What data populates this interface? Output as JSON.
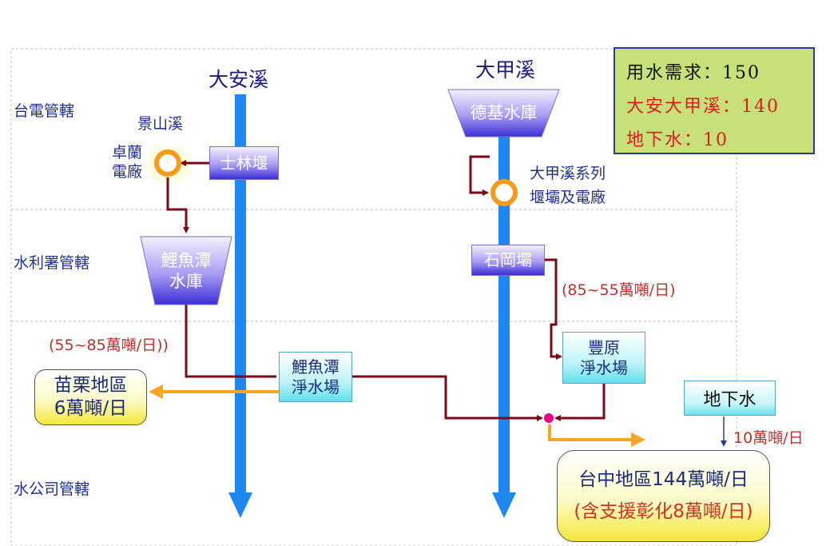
{
  "zones": {
    "taipower": "台電管轄",
    "wra": "水利署管轄",
    "water_company": "水公司管轄"
  },
  "rivers": {
    "daan": "大安溪",
    "dajia": "大甲溪"
  },
  "labels": {
    "jingshan_creek": "景山溪",
    "zhuolan_line1": "卓蘭",
    "zhuolan_line2": "電廠",
    "dajia_series_line1": "大甲溪系列",
    "dajia_series_line2": "堰壩及電廠",
    "flow_liyutan": "(55~85萬噸/日))",
    "flow_shigang": "(85~55萬噸/日)",
    "flow_groundwater": "10萬噸/日"
  },
  "boxes": {
    "shilin_weir": "士林堰",
    "deji_reservoir": "德基水庫",
    "liyutan_reservoir_line1": "鯉魚潭",
    "liyutan_reservoir_line2": "水庫",
    "shigang_dam": "石岡壩",
    "liyutan_plant_line1": "鯉魚潭",
    "liyutan_plant_line2": "淨水場",
    "fengyuan_plant_line1": "豐原",
    "fengyuan_plant_line2": "淨水場",
    "groundwater": "地下水"
  },
  "outputs": {
    "miaoli_line1": "苗栗地區",
    "miaoli_line2": "6萬噸/日",
    "taichung_line1": "台中地區144萬噸/日",
    "taichung_line2": "(含支援彰化8萬噸/日)"
  },
  "demand": {
    "total": "用水需求：150",
    "rivers": "大安大甲溪：140",
    "groundwater": "地下水：10"
  },
  "colors": {
    "river_blue": "#1e88f0",
    "flow_dark_red": "#7a0a14",
    "supply_orange": "#f5a623",
    "node_pink": "#e8008a",
    "demand_box_green": "#c8e07a"
  }
}
